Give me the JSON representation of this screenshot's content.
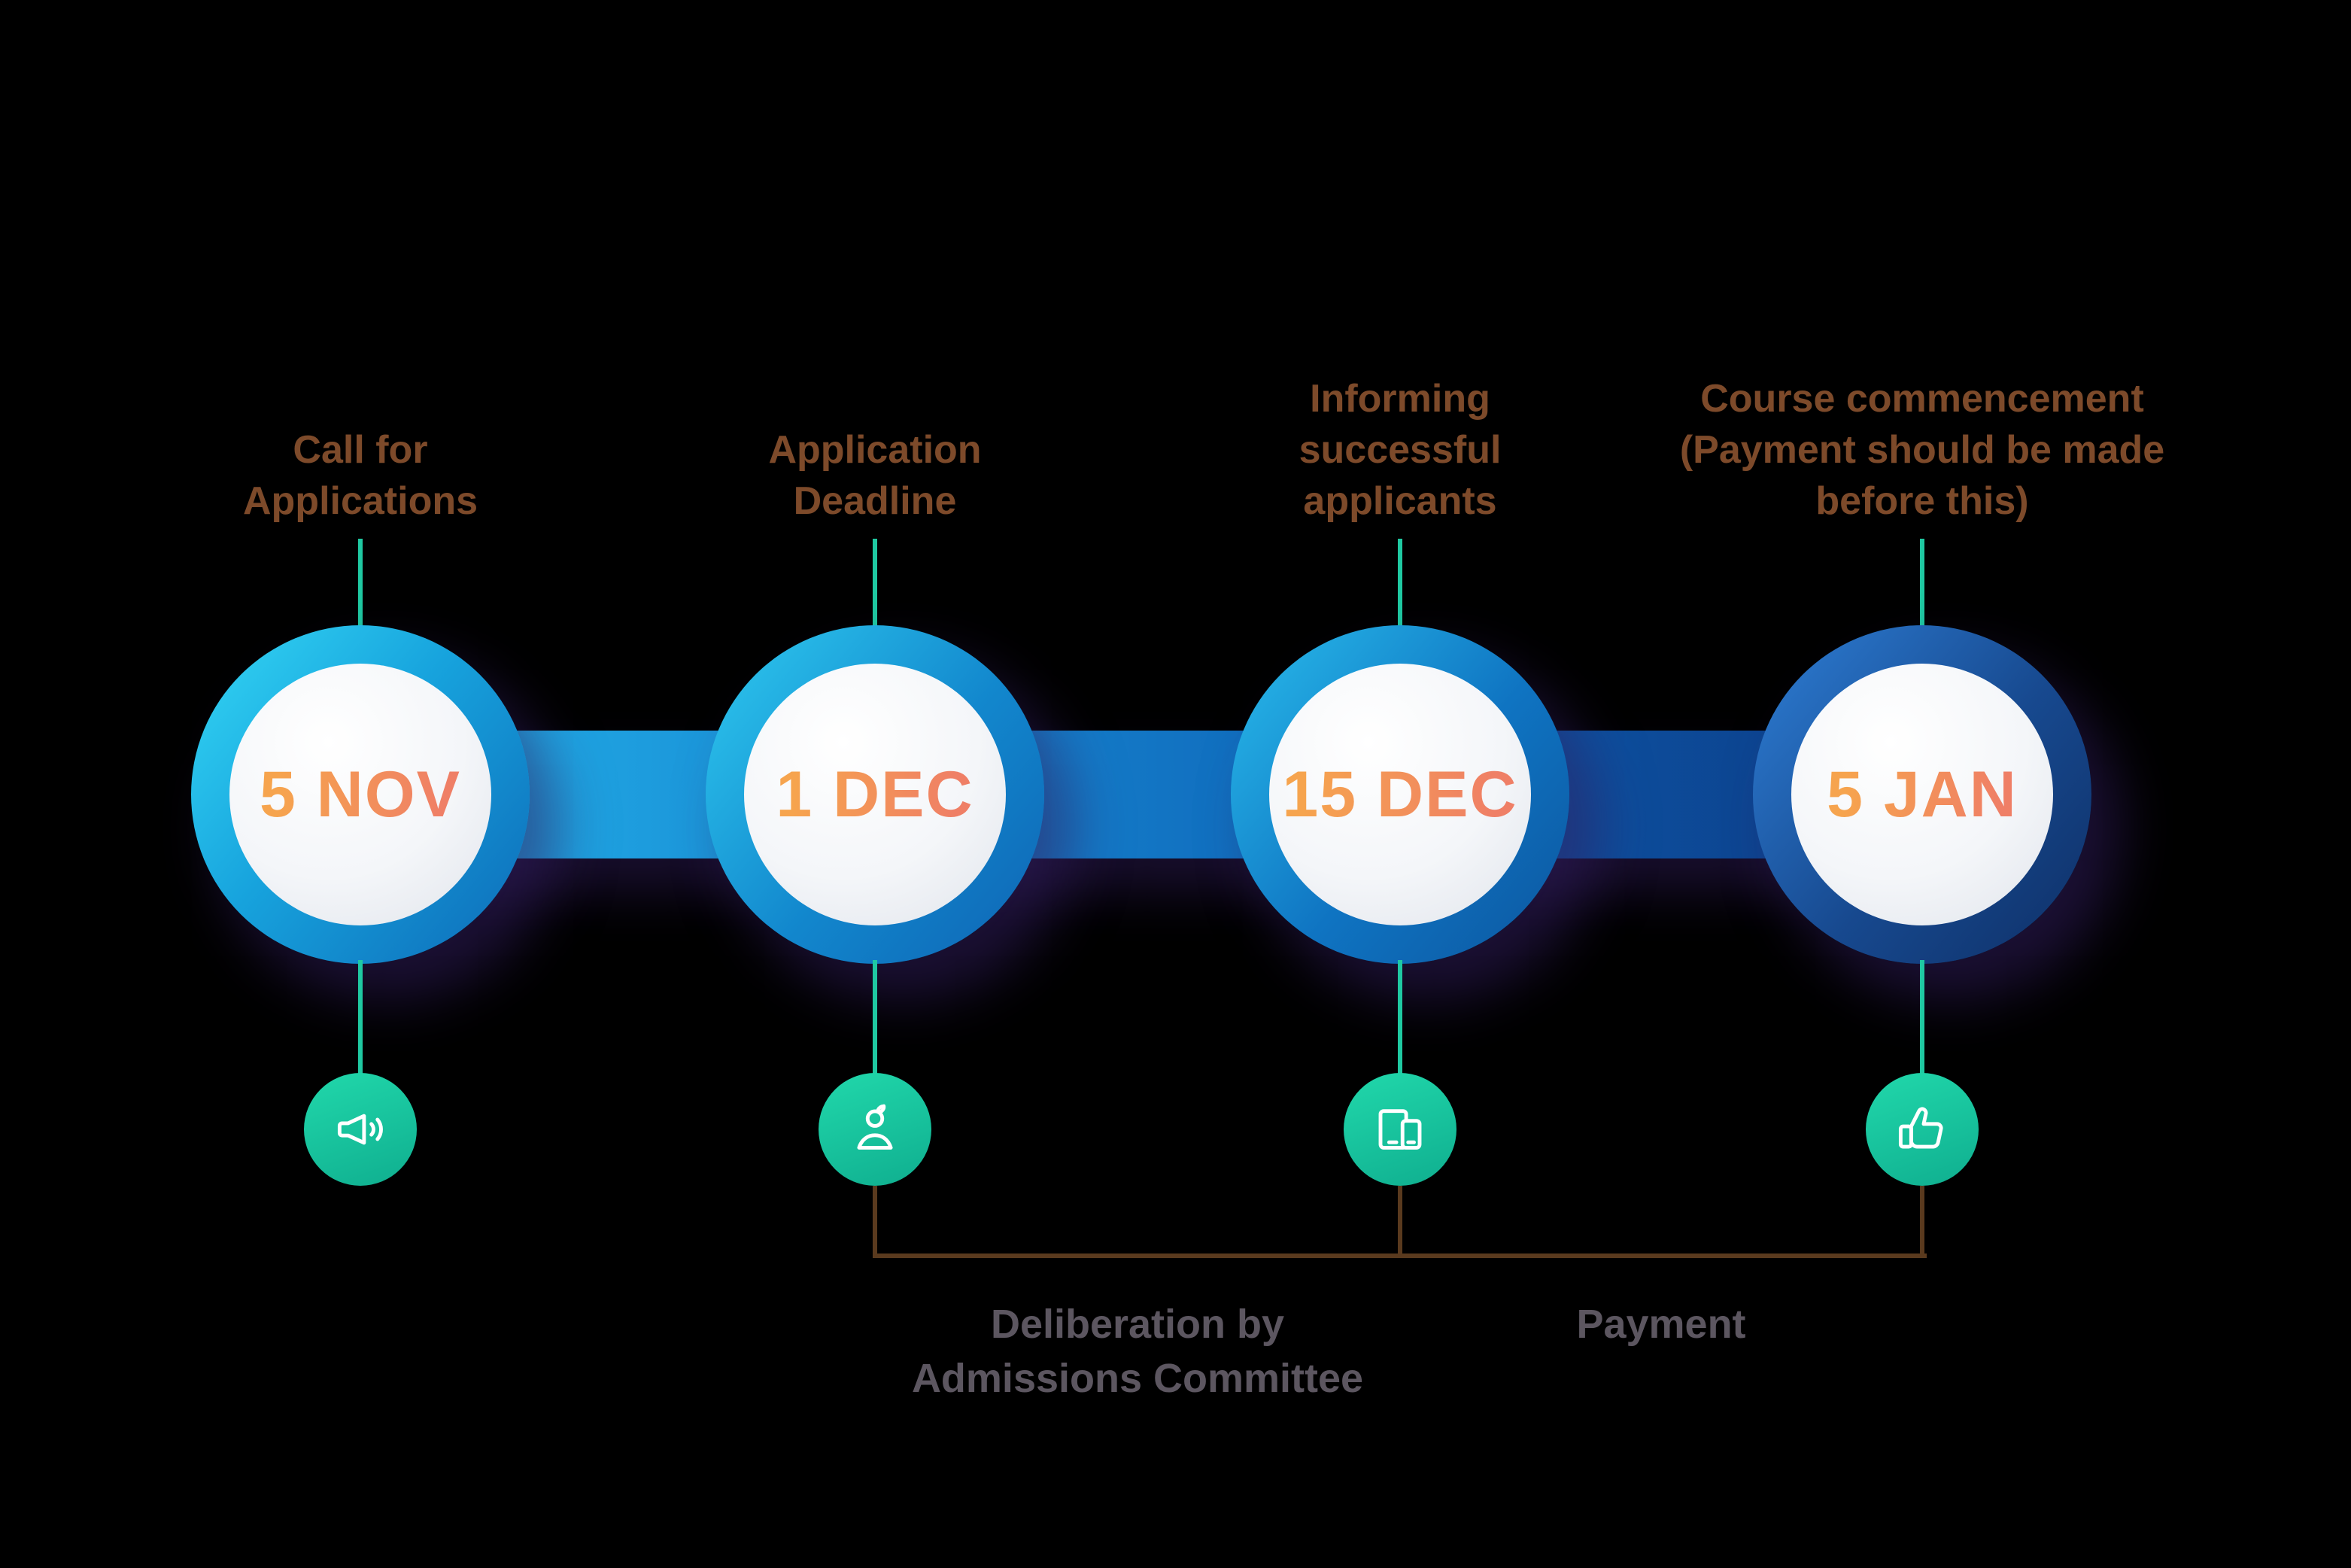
{
  "nodes": [
    {
      "date": "5 NOV",
      "label": "Call for Applications",
      "icon": "megaphone-icon"
    },
    {
      "date": "1 DEC",
      "label": "Application Deadline",
      "icon": "person-icon"
    },
    {
      "date": "15 DEC",
      "label": "Informing successful applicants",
      "icon": "devices-icon"
    },
    {
      "date": "5 JAN",
      "label": "Course commencement (Payment should be made before this)",
      "icon": "thumbs-up-icon"
    }
  ],
  "phases": [
    {
      "label": "Deliberation by Admissions Committee"
    },
    {
      "label": "Payment"
    }
  ],
  "colors": {
    "background": "#000000",
    "band_blue_start": "#23b4ea",
    "band_blue_end": "#0c3c86",
    "ring_cyan": "#35d8f5",
    "ring_navy": "#0e2f66",
    "date_orange_start": "#f6a44e",
    "date_orange_end": "#ef7f66",
    "title_brown": "#7d4a2a",
    "tick_teal": "#1fc9a2",
    "icon_circle_teal": "#16c79a",
    "bracket_brown": "#5a3a1e",
    "phase_label_gray": "#5c5660",
    "shadow_purple": "#311d5e"
  }
}
